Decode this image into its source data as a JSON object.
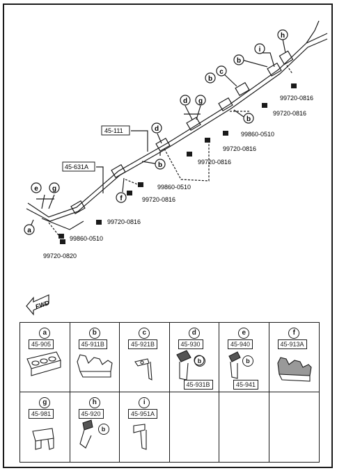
{
  "main_labels": {
    "part_45_111": "45-111",
    "part_45_631a": "45-631A"
  },
  "callouts": [
    "a",
    "b",
    "c",
    "d",
    "e",
    "f",
    "g",
    "h",
    "i"
  ],
  "bolts": {
    "b1": "99720-0816",
    "b2": "99720-0816",
    "b3": "99860-0510",
    "b4": "99720-0816",
    "b5": "99720-0816",
    "b6": "99860-0510",
    "b7": "99720-0816",
    "b8": "99720-0816",
    "b9": "99860-0510",
    "b10": "99720-0820"
  },
  "fwd": "FWD",
  "grid": [
    {
      "letter": "a",
      "part": "45-905"
    },
    {
      "letter": "b",
      "part": "45-911B"
    },
    {
      "letter": "c",
      "part": "45-921B"
    },
    {
      "letter": "d",
      "part": "45-930",
      "part2": "45-931B",
      "callout": "b"
    },
    {
      "letter": "e",
      "part": "45-940",
      "part2": "45-941",
      "callout": "b"
    },
    {
      "letter": "f",
      "part": "45-913A"
    },
    {
      "letter": "g",
      "part": "45-981"
    },
    {
      "letter": "h",
      "part": "45-920",
      "callout": "b"
    },
    {
      "letter": "i",
      "part": "45-951A"
    },
    {
      "letter": "",
      "part": ""
    },
    {
      "letter": "",
      "part": ""
    },
    {
      "letter": "",
      "part": ""
    }
  ]
}
